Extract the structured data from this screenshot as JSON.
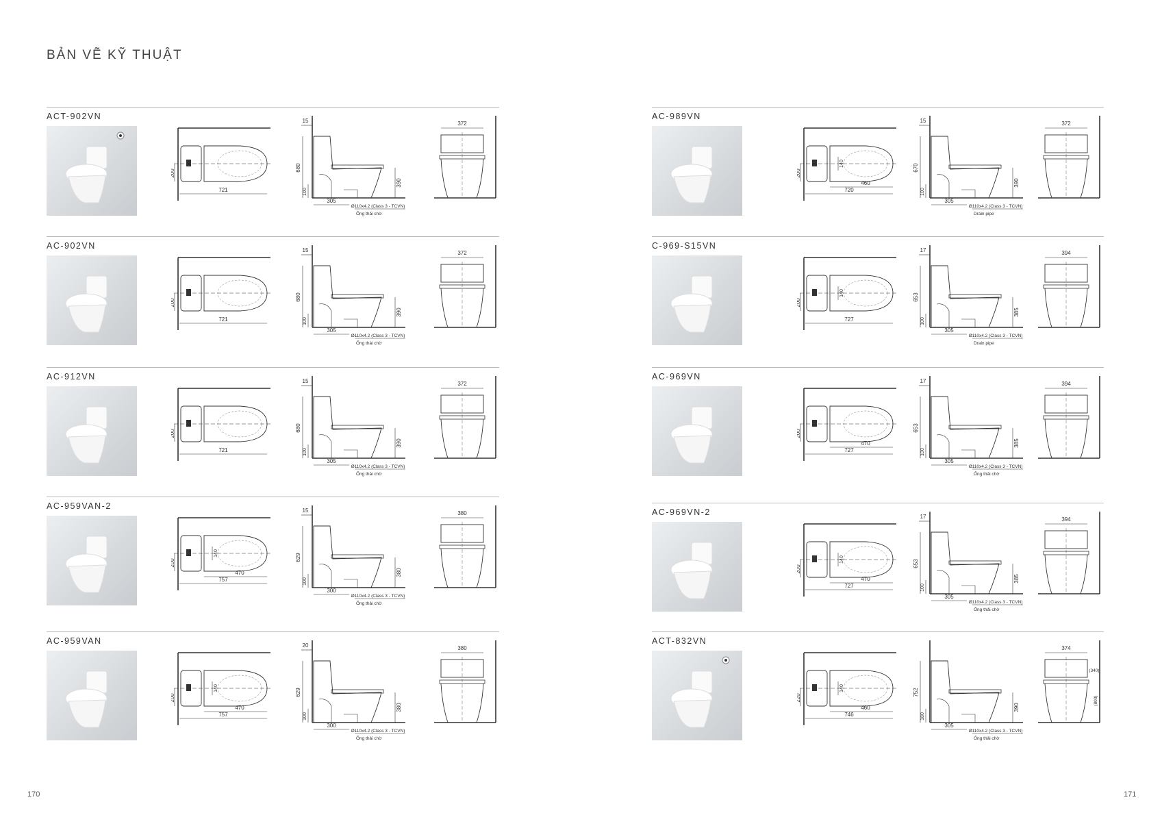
{
  "title": "BẢN VẼ KỸ THUẬT",
  "page_numbers": {
    "left": "170",
    "right": "171"
  },
  "left_products": [
    {
      "name": "ACT-902VN",
      "remote": true,
      "top": {
        "offset": "200",
        "length": "721"
      },
      "side": {
        "gap": "15",
        "height": "680",
        "seat_height": "390",
        "inlet": "100",
        "outlet": "305",
        "pipe": "Ø110x4.2 (Class 3 - TCVN)",
        "pipe_note": "Ống thải chờ"
      },
      "front": {
        "width": "372"
      }
    },
    {
      "name": "AC-902VN",
      "top": {
        "offset": "200",
        "length": "721"
      },
      "side": {
        "gap": "15",
        "height": "680",
        "seat_height": "390",
        "inlet": "100",
        "outlet": "305",
        "pipe": "Ø110x4.2 (Class 3 - TCVN)",
        "pipe_note": "Ống thải chờ"
      },
      "front": {
        "width": "372"
      }
    },
    {
      "name": "AC-912VN",
      "top": {
        "offset": "200",
        "length": "721"
      },
      "side": {
        "gap": "15",
        "height": "680",
        "seat_height": "390",
        "inlet": "100",
        "outlet": "305",
        "pipe": "Ø110x4.2 (Class 3 - TCVN)",
        "pipe_note": "Ống thải chờ"
      },
      "front": {
        "width": "372"
      }
    },
    {
      "name": "AC-959VAN-2",
      "top": {
        "offset": "200",
        "length": "757",
        "seat": "470",
        "hinge": "140"
      },
      "side": {
        "gap": "15",
        "height": "629",
        "seat_height": "380",
        "inlet": "100",
        "outlet": "300",
        "pipe": "Ø110x4.2 (Class 3 - TCVN)",
        "pipe_note": "Ống thải chờ"
      },
      "front": {
        "width": "380"
      }
    },
    {
      "name": "AC-959VAN",
      "top": {
        "offset": "200",
        "length": "757",
        "seat": "470",
        "hinge": "140"
      },
      "side": {
        "gap": "20",
        "height": "629",
        "seat_height": "380",
        "inlet": "100",
        "outlet": "300",
        "pipe": "Ø110x4.2 (Class 3 - TCVN)",
        "pipe_note": "Ống thải chờ"
      },
      "front": {
        "width": "380"
      }
    }
  ],
  "right_products": [
    {
      "name": "AC-989VN",
      "top": {
        "offset": "200",
        "length": "720",
        "seat": "460",
        "hinge": "140"
      },
      "side": {
        "gap": "15",
        "height": "670",
        "seat_height": "390",
        "inlet": "100",
        "outlet": "305",
        "pipe": "Ø110x4.2 (Class 3 - TCVN)",
        "pipe_note": "Drain pipe"
      },
      "front": {
        "width": "372"
      }
    },
    {
      "name": "C-969-S15VN",
      "top": {
        "offset": "200",
        "length": "727",
        "hinge": "140"
      },
      "side": {
        "gap": "17",
        "height": "653",
        "seat_height": "385",
        "inlet": "100",
        "outlet": "305",
        "pipe": "Ø110x4.2 (Class 3 - TCVN)",
        "pipe_note": "Drain pipe"
      },
      "front": {
        "width": "394"
      }
    },
    {
      "name": "AC-969VN",
      "top": {
        "offset": "200",
        "length": "727",
        "seat": "470"
      },
      "side": {
        "gap": "17",
        "height": "653",
        "seat_height": "385",
        "inlet": "100",
        "outlet": "305",
        "pipe": "Ø110x4.2 (Class 3 - TCVN)",
        "pipe_note": "Ống thải chờ"
      },
      "front": {
        "width": "394"
      }
    },
    {
      "name": "AC-969VN-2",
      "top": {
        "offset": "200",
        "length": "727",
        "seat": "470",
        "hinge": "140"
      },
      "side": {
        "gap": "17",
        "height": "653",
        "seat_height": "385",
        "inlet": "100",
        "outlet": "305",
        "pipe": "Ø110x4.2 (Class 3 - TCVN)",
        "pipe_note": "Ống thải chờ"
      },
      "front": {
        "width": "394"
      }
    },
    {
      "name": "ACT-832VN",
      "remote": true,
      "top": {
        "offset": "220",
        "length": "746",
        "seat": "460",
        "hinge": "140"
      },
      "side": {
        "height": "752",
        "seat_height": "390",
        "inlet": "180",
        "outlet": "305",
        "pipe": "Ø110x4.2 (Class 3 - TCVN)",
        "pipe_note": "Ống thải chờ"
      },
      "front": {
        "width": "374",
        "remote_offset": "(340)",
        "remote_height": "(800)"
      }
    }
  ]
}
